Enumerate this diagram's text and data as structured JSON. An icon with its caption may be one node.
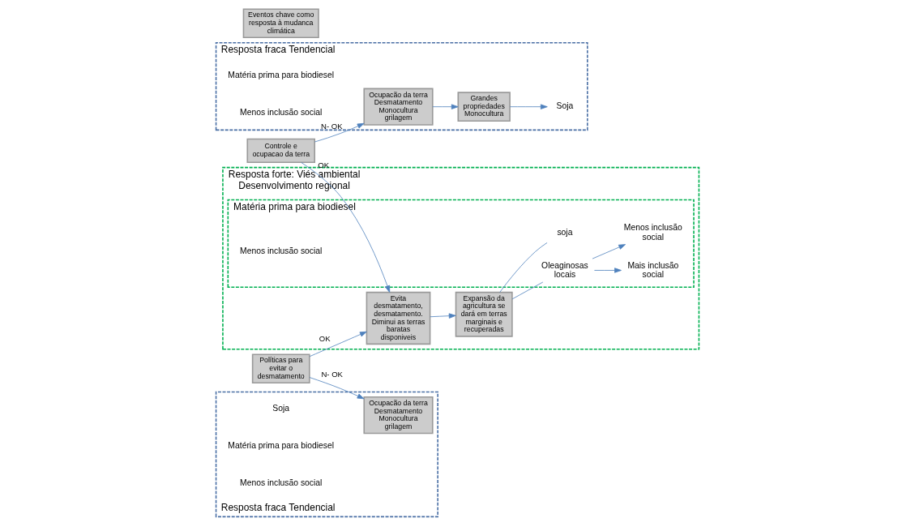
{
  "diagram": {
    "nodes": [
      {
        "text": [
          "Resposta fraca Tendencial"
        ]
      },
      {
        "text": [
          "Ocupacão da terra Desmatamento Monocultura grilagem"
        ],
        "in": 0
      },
      {
        "text": [
          "Grandes propriedades Monocultura"
        ],
        "in": 0
      },
      {
        "text": [
          "Soja"
        ],
        "in": 0
      },
      {
        "text": [
          "Eventos chave como resposta à mudanca climática"
        ]
      },
      {
        "text": [
          "Controle e ocupacao da terra"
        ]
      },
      {
        "text": [
          "Políticas para evitar o desmatamento"
        ]
      },
      {
        "text": [
          "Resposta forte: Viés ambiental Desenvolvimento regional"
        ]
      },
      {
        "text": [
          "Evita desmatamento, desmatamento. Diminui as terras baratas disponiveis"
        ],
        "in": 7
      },
      {
        "text": [
          "Expansão da agricultura se dará em terras marginais e recuperadas"
        ],
        "in": 7
      },
      {
        "text": [
          "Matéria prima para biodiesel"
        ],
        "in": 7
      },
      {
        "text": [
          "soja"
        ],
        "in": 10
      },
      {
        "text": [
          "Oleaginosas locais"
        ],
        "in": 10
      },
      {
        "text": [
          "Mais inclusão social"
        ],
        "in": 10
      },
      {
        "text": [
          "Menos inclusão social"
        ],
        "in": 10
      },
      {
        "text": [
          "Resposta fraca Tendencial"
        ]
      },
      {
        "text": [
          "Ocupacão da terra Desmatamento Monocultura grilagem"
        ],
        "in": 15
      },
      {
        "text": [
          "Soja"
        ],
        "in": 15
      }
    ],
    "edges": [
      {
        "from": 1,
        "to": 2,
        "arrow": "to"
      },
      {
        "from": 2,
        "to": 3,
        "arrow": "to"
      },
      {
        "from": 5,
        "to": 1,
        "arrow": "to",
        "label": "N- OK"
      },
      {
        "from": 5,
        "to": 8,
        "arrow": "to",
        "label": "OK"
      },
      {
        "from": 6,
        "to": 8,
        "arrow": "to",
        "label": "OK"
      },
      {
        "from": 8,
        "to": 9,
        "arrow": "to"
      },
      {
        "from": 9,
        "to": 11,
        "arrow": "none"
      },
      {
        "from": 9,
        "to": 12,
        "arrow": "none"
      },
      {
        "from": 12,
        "to": 13,
        "arrow": "to"
      },
      {
        "from": 12,
        "to": 14,
        "arrow": "to"
      },
      {
        "from": 6,
        "to": 16,
        "arrow": "to",
        "label": "N- OK"
      }
    ],
    "labels": [
      "Matéria prima para biodiesel",
      "Menos inclusão social",
      "Menos inclusão social",
      "Matéria prima para biodiesel",
      "Menos inclusão social"
    ]
  }
}
